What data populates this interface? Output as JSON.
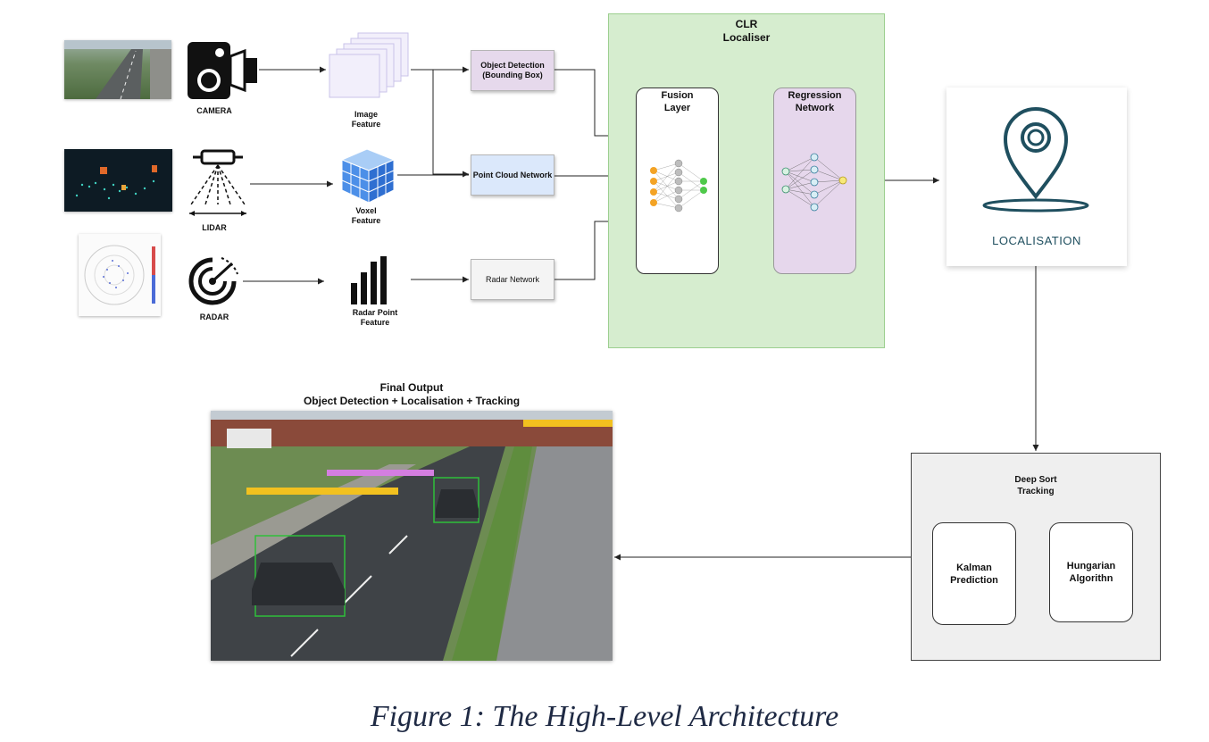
{
  "sensors": {
    "camera": "CAMERA",
    "lidar": "LIDAR",
    "radar": "RADAR"
  },
  "features": {
    "image": "Image\nFeature",
    "voxel": "Voxel\nFeature",
    "radar_point": "Radar Point\nFeature"
  },
  "networks": {
    "object_detection": "Object Detection\n(Bounding Box)",
    "point_cloud": "Point Cloud Network",
    "radar": "Radar Network"
  },
  "localiser": {
    "title": "CLR\nLocaliser",
    "fusion": "Fusion\nLayer",
    "regression": "Regression\nNetwork"
  },
  "localisation": {
    "label": "LOCALISATION"
  },
  "tracking": {
    "title": "Deep Sort\nTracking",
    "kalman": "Kalman\nPrediction",
    "hungarian": "Hungarian\nAlgorithn"
  },
  "final_output": {
    "title": "Final Output\nObject Detection + Localisation + Tracking"
  },
  "caption": "Figure 1: The High-Level Architecture",
  "colors": {
    "localiser_bg": "#d6edcf",
    "localiser_border": "#9ccf8f",
    "object_detection_bg": "#e6d9ec",
    "point_cloud_bg": "#dbe8fb",
    "radar_network_bg": "#f4f4f4",
    "regression_bg": "#e6d7ec",
    "tracking_bg": "#efefef",
    "localisation_pin": "#1f4f5f",
    "caption": "#1f2a44"
  },
  "icons": [
    "camera-icon",
    "lidar-icon",
    "radar-icon",
    "image-feature-stack-icon",
    "voxel-cube-icon",
    "bar-chart-icon",
    "location-pin-icon"
  ]
}
